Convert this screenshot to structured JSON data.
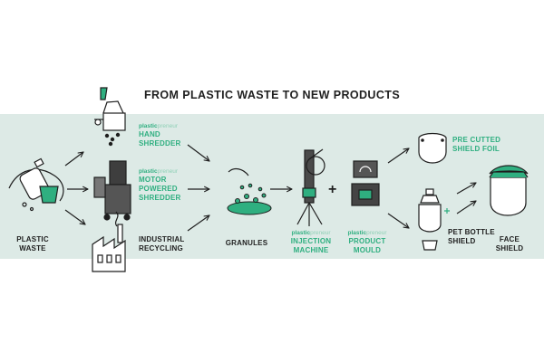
{
  "title": "FROM PLASTIC WASTE TO NEW PRODUCTS",
  "brand": {
    "part1": "plastic",
    "part2": "preneur"
  },
  "steps": {
    "plastic_waste": "PLASTIC\nWASTE",
    "hand_shredder": "HAND\nSHREDDER",
    "motor_shredder": "MOTOR\nPOWERED\nSHREDDER",
    "industrial_recycling": "INDUSTRIAL\nRECYCLING",
    "granules": "GRANULES",
    "injection_machine": "INJECTION\nMACHINE",
    "product_mould": "PRODUCT\nMOULD",
    "shield_foil": "PRE CUTTED\nSHIELD FOIL",
    "bottle_shield": "PET BOTTLE\nSHIELD",
    "face_shield": "FACE\nSHIELD"
  },
  "plus_sign": "+",
  "colors": {
    "band": "#ddeae6",
    "accent": "#2faf80",
    "accent_light": "#8fd0b6",
    "ink": "#1f1f1f"
  },
  "icons": [
    "plastic-waste-icon",
    "hand-shredder-icon",
    "motor-shredder-icon",
    "factory-icon",
    "granules-icon",
    "injection-machine-icon",
    "product-mould-icon",
    "shield-foil-icon",
    "pet-bottle-shield-icon",
    "face-shield-icon"
  ]
}
